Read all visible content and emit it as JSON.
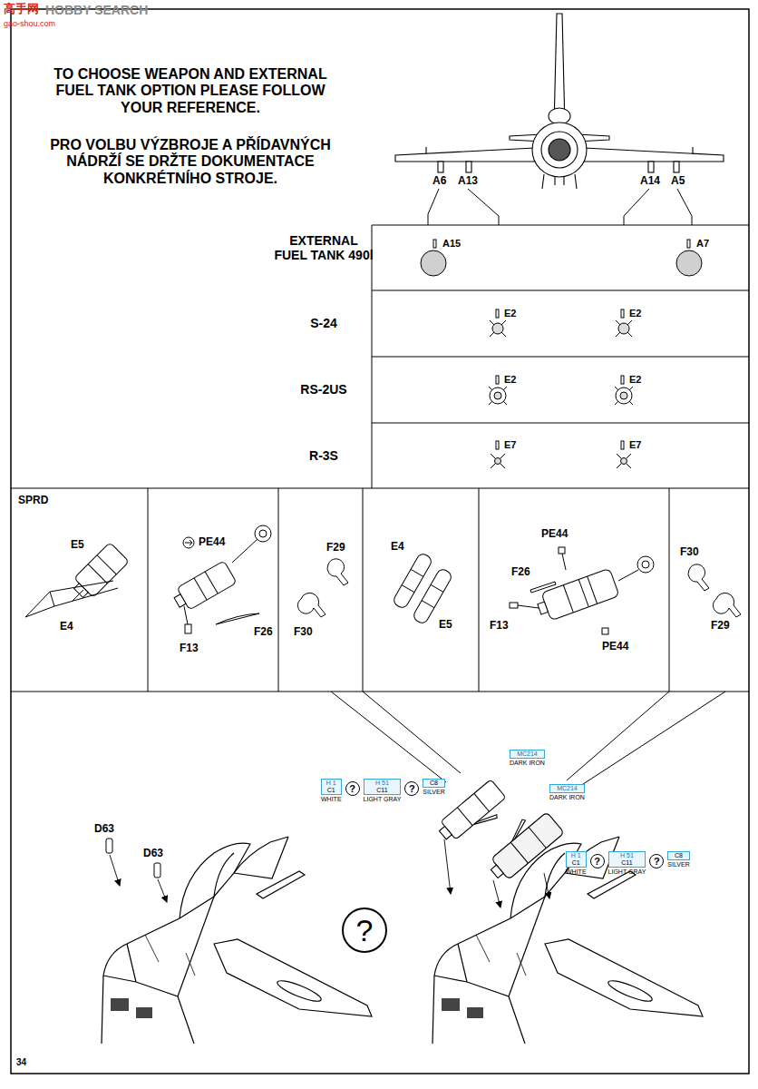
{
  "diagram": {
    "nodes": [
      {
        "text": [
          "?"
        ]
      },
      {
        "text": [
          "H 1",
          "C1",
          "WHITE"
        ]
      },
      {
        "text": [
          "?"
        ]
      },
      {
        "text": [
          "H 51",
          "C11",
          "LIGHT GRAY"
        ]
      },
      {
        "text": [
          "?"
        ]
      },
      {
        "text": [
          "C8",
          "SILVER"
        ]
      },
      {
        "text": [
          "MC214",
          "DARK IRON"
        ]
      },
      {
        "text": [
          "MC214",
          "DARK IRON"
        ]
      },
      {
        "text": [
          "H 1",
          "C1",
          "WHITE"
        ]
      },
      {
        "text": [
          "?"
        ]
      },
      {
        "text": [
          "H 51",
          "C11",
          "LIGHT GRAY"
        ]
      },
      {
        "text": [
          "?"
        ]
      },
      {
        "text": [
          "C8",
          "SILVER"
        ]
      }
    ],
    "labels": [
      "HOBBY SEARCH",
      "高手网",
      "gao-shou.com",
      "TO CHOOSE WEAPON AND EXTERNAL FUEL TANK OPTION PLEASE FOLLOW YOUR REFERENCE.",
      "PRO VOLBU VÝZBROJE A PŘÍDAVNÝCH NÁDRŽÍ SE DRŽTE DOKUMENTACE KONKRÉTNÍHO STROJE.",
      "A6",
      "A13",
      "A14",
      "A5",
      "EXTERNAL FUEL TANK 490l",
      "A15",
      "A7",
      "S-24",
      "E2",
      "E2",
      "RS-2US",
      "E2",
      "E2",
      "R-3S",
      "E7",
      "E7",
      "SPRD",
      "E5",
      "E4",
      "PE44",
      "F26",
      "F13",
      "F29",
      "F30",
      "E4",
      "E5",
      "PE44",
      "F26",
      "F13",
      "PE44",
      "F30",
      "F29",
      "D63",
      "D63",
      "34"
    ]
  }
}
